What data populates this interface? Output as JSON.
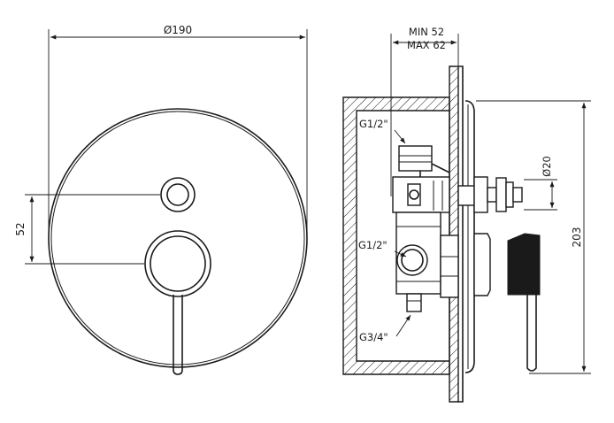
{
  "front_view": {
    "diameter_label": "Ø190",
    "spacing_label": "52"
  },
  "side_view": {
    "depth_min_label": "MIN 52",
    "depth_max_label": "MAX 62",
    "outlet_diameter_label": "Ø20",
    "height_label": "203",
    "port_top_label": "G1/2\"",
    "port_middle_label": "G1/2\"",
    "port_bottom_label": "G3/4\""
  }
}
